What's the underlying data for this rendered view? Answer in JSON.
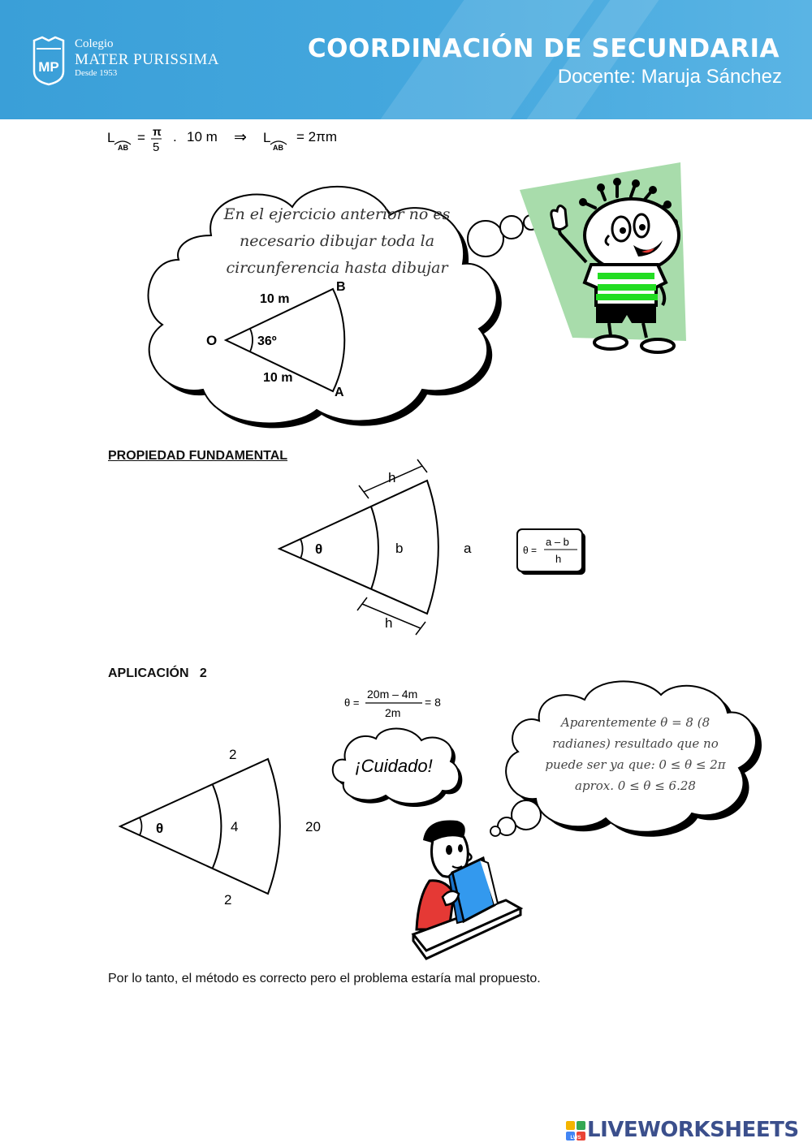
{
  "header": {
    "school_small": "Colegio",
    "school_name": "MATER PURISSIMA",
    "school_since": "Desde 1953",
    "logo_letters": "MP",
    "title": "COORDINACIÓN DE SECUNDARIA",
    "teacher": "Docente: Maruja Sánchez"
  },
  "formula1": {
    "L": "L",
    "arc": "AB",
    "equals": "=",
    "pi": "π",
    "five": "5",
    "times": ".",
    "radius": "10 m",
    "implies": "⇒",
    "result": "= 2πm"
  },
  "cloud1": {
    "lines": [
      "En el ejercicio anterior no es",
      "necesario dibujar toda la",
      "circunferencia hasta dibujar"
    ]
  },
  "sector1": {
    "top_radius": "10 m",
    "bottom_radius": "10 m",
    "angle": "36º",
    "center": "O",
    "point_b": "B",
    "point_a": "A"
  },
  "section1": {
    "title": "PROPIEDAD FUNDAMENTAL"
  },
  "sector2": {
    "h_top": "h",
    "h_bottom": "h",
    "theta": "θ",
    "inner_arc": "b",
    "outer_arc": "a"
  },
  "formula2": {
    "lhs": "θ =",
    "numerator": "a – b",
    "denominator": "h"
  },
  "section2": {
    "title": "APLICACIÓN   2"
  },
  "formula3": {
    "lhs": "θ =",
    "numerator": "20m – 4m",
    "denominator": "2m",
    "result": "= 8"
  },
  "cloud2": {
    "text": "¡Cuidado!"
  },
  "cloud3": {
    "lines": [
      "Aparentemente θ = 8 (8",
      "radianes) resultado que no",
      "puede ser ya que: 0 ≤ θ ≤ 2π",
      "aprox. 0 ≤ θ ≤ 6.28"
    ]
  },
  "sector3": {
    "top": "2",
    "bottom": "2",
    "inner": "4",
    "outer": "20",
    "theta": "θ"
  },
  "conclusion": "Por lo tanto, el método es correcto pero el problema estaría mal propuesto.",
  "footer": {
    "brand": "LIVEWORKSHEETS",
    "logo_letters": "LWS"
  },
  "colors": {
    "header": "#45a8de",
    "green": "#22dd22",
    "accent_red": "#e53935",
    "book_blue": "#3399ee"
  }
}
